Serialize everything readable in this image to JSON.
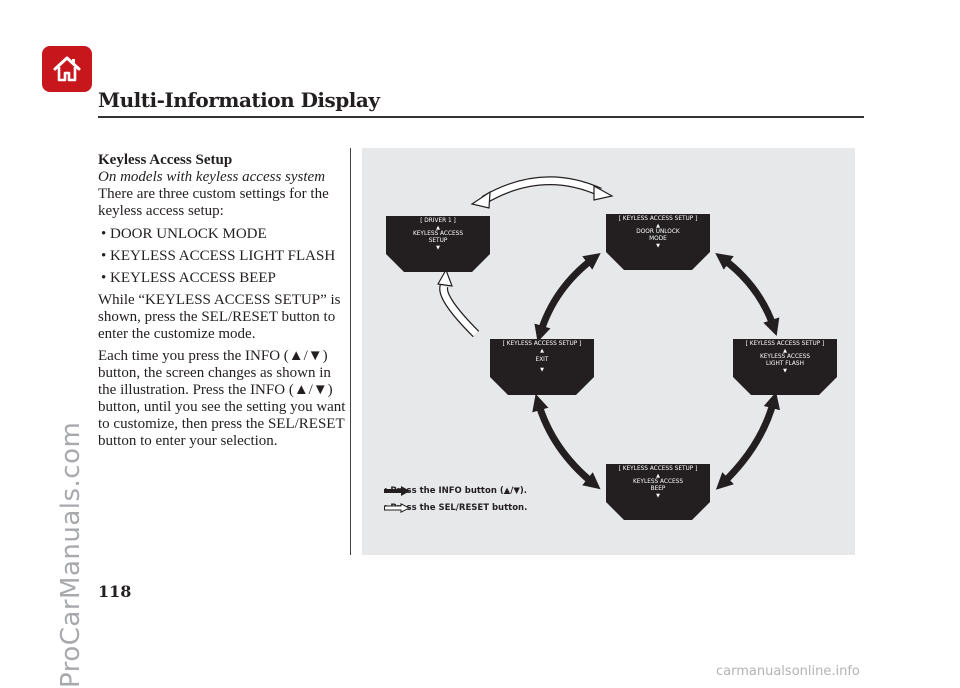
{
  "header": {
    "title": "Multi-Information Display",
    "home_icon": "home-icon",
    "accent_color": "#c8161d"
  },
  "content": {
    "heading": "Keyless Access Setup",
    "subheading": "On models with keyless access system",
    "intro": "There are three custom settings for the keyless access setup:",
    "bullets": [
      "DOOR UNLOCK MODE",
      "KEYLESS ACCESS LIGHT FLASH",
      "KEYLESS ACCESS BEEP"
    ],
    "paragraph1": "While “KEYLESS ACCESS SETUP” is shown, press the SEL/RESET button to enter the customize mode.",
    "paragraph2": "Each time you press the INFO (▲/▼) button, the screen changes as shown in the illustration. Press the INFO (▲/▼) button, until you see the setting you want to customize, then press the SEL/RESET button to enter your selection."
  },
  "diagram": {
    "screens": {
      "driver": {
        "header": "[ DRIVER 1 ]",
        "line1": "KEYLESS ACCESS",
        "line2": "SETUP"
      },
      "door": {
        "header": "[ KEYLESS ACCESS SETUP ]",
        "line1": "DOOR UNLOCK",
        "line2": "MODE"
      },
      "exit": {
        "header": "[ KEYLESS ACCESS SETUP ]",
        "line1": "EXIT",
        "line2": ""
      },
      "light": {
        "header": "[ KEYLESS ACCESS SETUP ]",
        "line1": "KEYLESS ACCESS",
        "line2": "LIGHT FLASH"
      },
      "beep": {
        "header": "[ KEYLESS ACCESS SETUP ]",
        "line1": "KEYLESS ACCESS",
        "line2": "BEEP"
      }
    },
    "up_arrow": "▲",
    "down_arrow": "▼",
    "legend": {
      "info": ": Press the INFO button (▲/▼).",
      "sel": ": Press the SEL/RESET button."
    }
  },
  "footer": {
    "page_number": "118",
    "watermark_side": "ProCarManuals.com",
    "watermark_bottom": "carmanualsonline.info"
  }
}
